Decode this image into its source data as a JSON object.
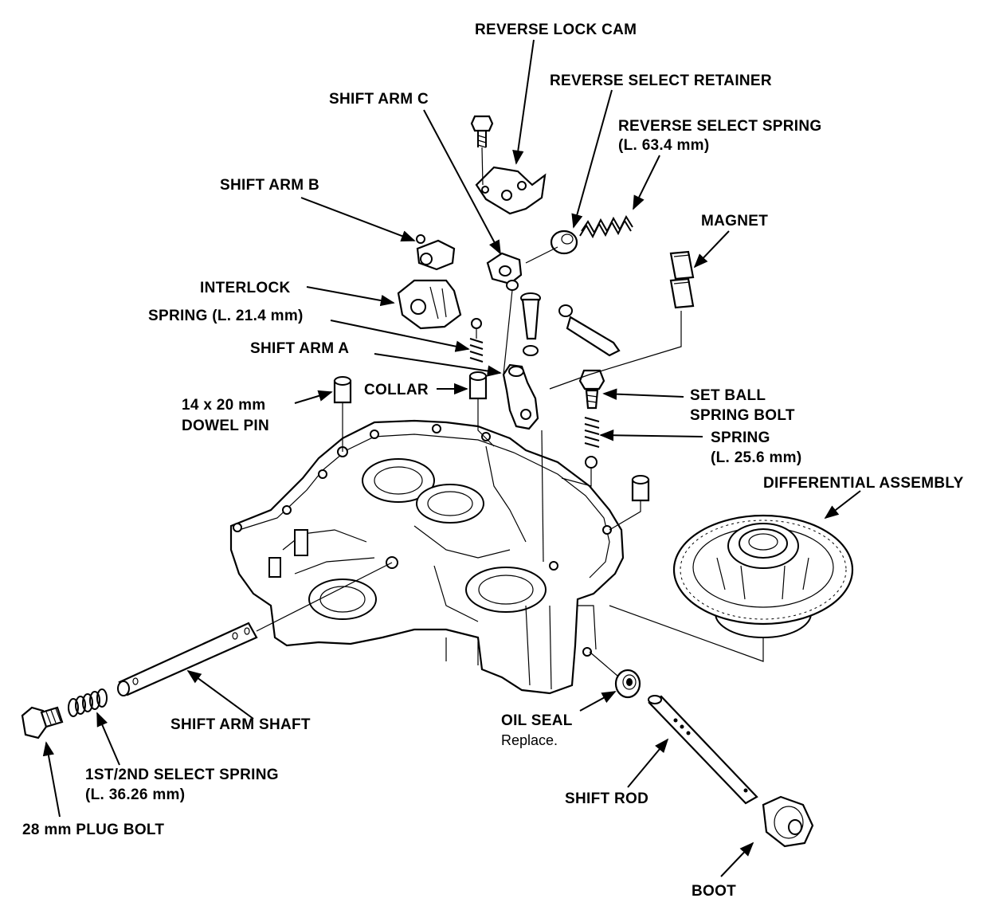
{
  "labels": {
    "reverse_lock_cam": "REVERSE LOCK CAM",
    "reverse_select_retainer": "REVERSE SELECT RETAINER",
    "shift_arm_c": "SHIFT ARM C",
    "reverse_select_spring": "REVERSE SELECT SPRING",
    "reverse_select_spring_len": "(L. 63.4 mm)",
    "shift_arm_b": "SHIFT ARM B",
    "magnet": "MAGNET",
    "interlock": "INTERLOCK",
    "spring_21": "SPRING (L. 21.4 mm)",
    "shift_arm_a": "SHIFT ARM A",
    "dowel_pin_size": "14 x 20 mm",
    "dowel_pin": "DOWEL PIN",
    "collar": "COLLAR",
    "set_ball": "SET BALL",
    "spring_bolt": "SPRING BOLT",
    "spring_25": "SPRING",
    "spring_25_len": "(L. 25.6 mm)",
    "differential_assembly": "DIFFERENTIAL ASSEMBLY",
    "shift_arm_shaft": "SHIFT ARM SHAFT",
    "oil_seal": "OIL SEAL",
    "oil_seal_note": "Replace.",
    "select_spring": "1ST/2ND SELECT SPRING",
    "select_spring_len": "(L. 36.26 mm)",
    "shift_rod": "SHIFT ROD",
    "plug_bolt": "28 mm PLUG BOLT",
    "boot": "BOOT"
  }
}
